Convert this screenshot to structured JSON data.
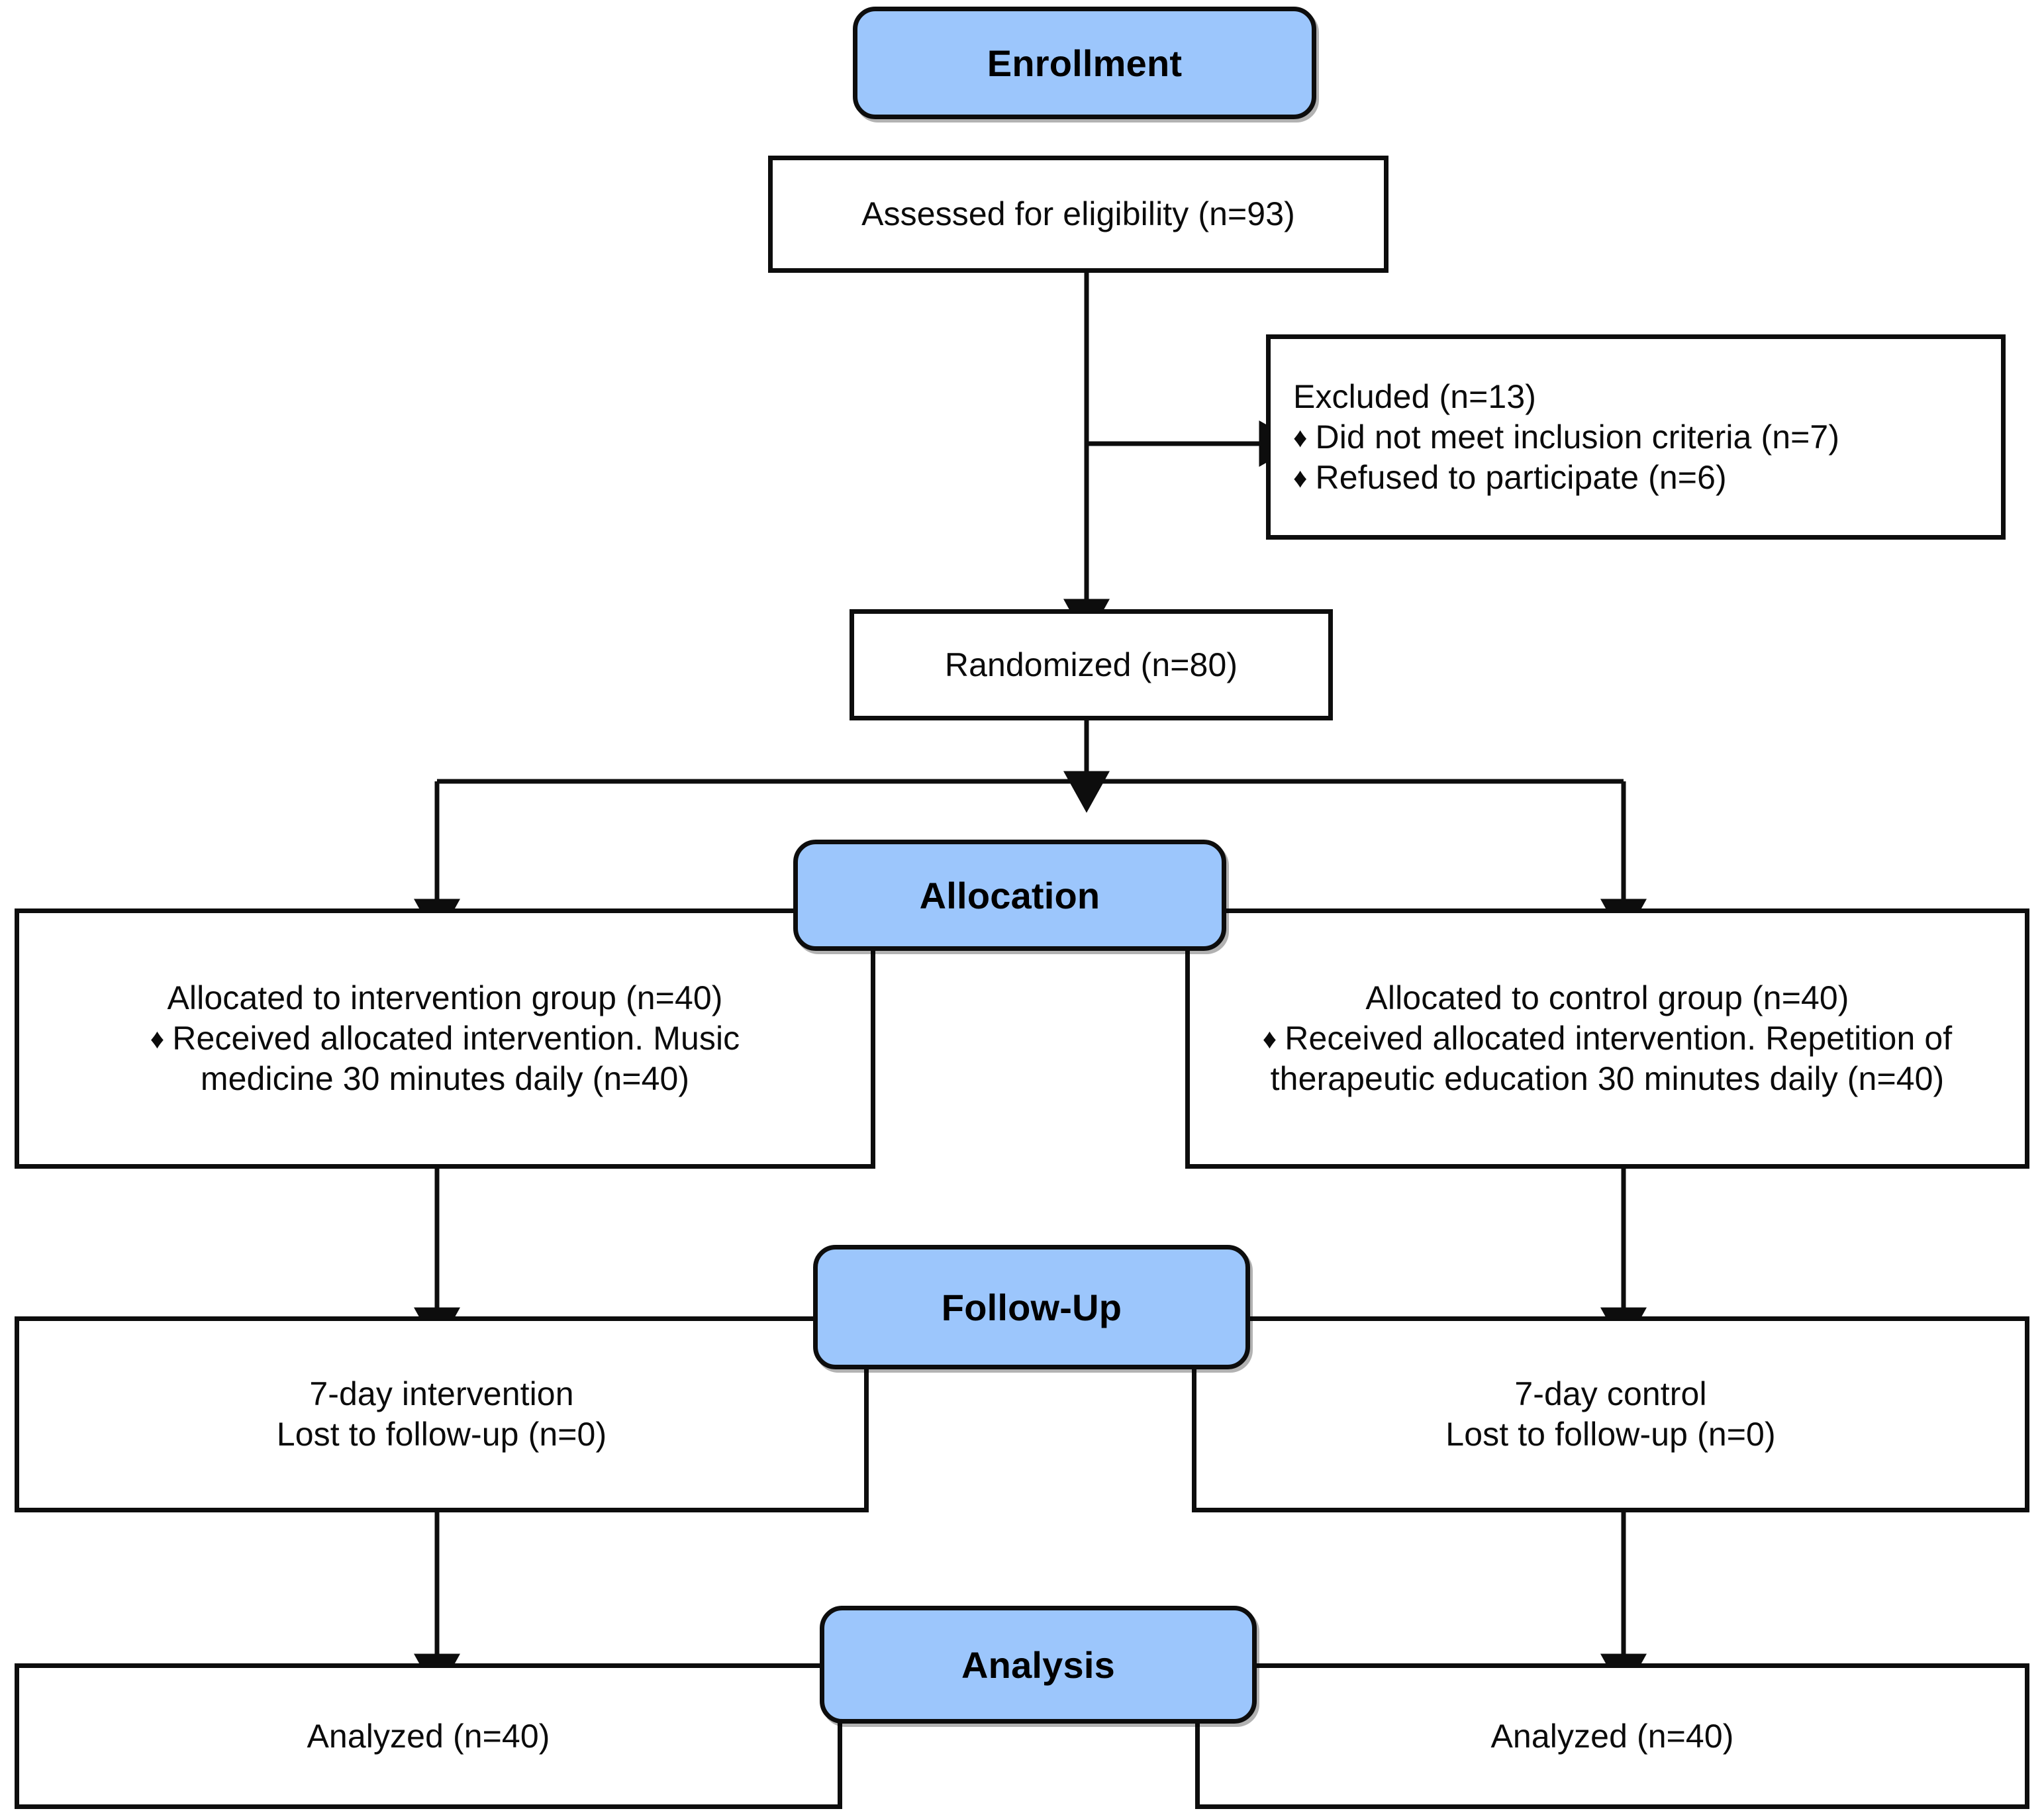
{
  "diagram": {
    "type": "CONSORT participant flow diagram",
    "accent_blue": "#9CC6FC",
    "line_color": "#0D0D0D",
    "background": "#FFFFFF"
  },
  "stages": {
    "enrollment": "Enrollment",
    "allocation": "Allocation",
    "followup": "Follow-Up",
    "analysis": "Analysis"
  },
  "enrollment": {
    "assessed": "Assessed for eligibility (n=93)",
    "excluded_title": "Excluded (n=13)",
    "excluded_items": [
      "Did not meet inclusion criteria (n=7)",
      "Refused to participate (n=6)"
    ],
    "randomized": "Randomized (n=80)"
  },
  "allocation": {
    "left_title": "Allocated to intervention group (n=40)",
    "left_bullet_line1": "Received allocated intervention. Music",
    "left_bullet_line2": "medicine 30 minutes daily (n=40)",
    "right_title": "Allocated to control group (n=40)",
    "right_bullet_line1": "Received allocated intervention. Repetition of",
    "right_bullet_line2": "therapeutic education 30 minutes daily (n=40)"
  },
  "followup": {
    "left_line1": "7-day intervention",
    "left_line2": "Lost to follow-up (n=0)",
    "right_line1": "7-day control",
    "right_line2": "Lost to follow-up (n=0)"
  },
  "analysis": {
    "left": "Analyzed  (n=40)",
    "right": "Analyzed  (n=40)"
  },
  "glyphs": {
    "bullet_diamond": "♦"
  }
}
